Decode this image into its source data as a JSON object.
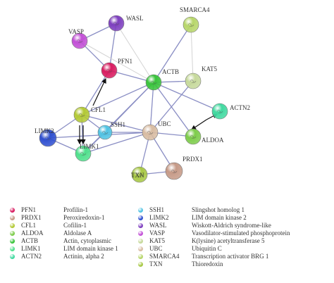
{
  "nodes": [
    {
      "id": "PFN1",
      "label": "PFN1",
      "color": "#d81b60"
    },
    {
      "id": "WASL",
      "label": "WASL",
      "color": "#7e3fbf"
    },
    {
      "id": "VASP",
      "label": "VASP",
      "color": "#c24fd6"
    },
    {
      "id": "SMARCA4",
      "label": "SMARCA4",
      "color": "#b7d66a"
    },
    {
      "id": "ACTB",
      "label": "ACTB",
      "color": "#39c43b"
    },
    {
      "id": "KAT5",
      "label": "KAT5",
      "color": "#c6d99b"
    },
    {
      "id": "CFL1",
      "label": "CFL1",
      "color": "#b3c935"
    },
    {
      "id": "SSH1",
      "label": "SSH1",
      "color": "#51c3e3"
    },
    {
      "id": "UBC",
      "label": "UBC",
      "color": "#d8bca2"
    },
    {
      "id": "ACTN2",
      "label": "ACTN2",
      "color": "#41d9a0"
    },
    {
      "id": "LIMK2",
      "label": "LIMK2",
      "color": "#2f4fd0"
    },
    {
      "id": "LIMK1",
      "label": "LIMK1",
      "color": "#4fe08c"
    },
    {
      "id": "ALDOA",
      "label": "ALDOA",
      "color": "#7dcc4a"
    },
    {
      "id": "PRDX1",
      "label": "PRDX1",
      "color": "#c69a87"
    },
    {
      "id": "TXN",
      "label": "TXN",
      "color": "#a7c844"
    }
  ],
  "legend": {
    "left": [
      {
        "abbr": "PFN1",
        "full": "Profilin-1",
        "color": "#d81b60"
      },
      {
        "abbr": "PRDX1",
        "full": "Peroxiredoxin-1",
        "color": "#c69a87"
      },
      {
        "abbr": "CFL1",
        "full": "Cofilin-1",
        "color": "#b3c935"
      },
      {
        "abbr": "ALDOA",
        "full": "Aldolase A",
        "color": "#7dcc4a"
      },
      {
        "abbr": "ACTB",
        "full": "Actin, cytoplasmic",
        "color": "#39c43b"
      },
      {
        "abbr": "LIMK1",
        "full": "LIM domain kinase 1",
        "color": "#4fe08c"
      },
      {
        "abbr": "ACTN2",
        "full": "Actinin, alpha 2",
        "color": "#41d9a0"
      }
    ],
    "right": [
      {
        "abbr": "SSH1",
        "full": "Slingshot homolog 1",
        "color": "#51c3e3"
      },
      {
        "abbr": "LIMK2",
        "full": "LIM domain kinase 2",
        "color": "#2f4fd0"
      },
      {
        "abbr": "WASL",
        "full": "Wiskott-Aldrich syndrome-like",
        "color": "#7e3fbf"
      },
      {
        "abbr": "VASP",
        "full": "Vasodilator-stimulated phosphoprotein",
        "color": "#c24fd6"
      },
      {
        "abbr": "KAT5",
        "full": "K(lysine) acetyltransferase 5",
        "color": "#c6d99b"
      },
      {
        "abbr": "UBC",
        "full": "Ubiquitin C",
        "color": "#d8bca2"
      },
      {
        "abbr": "SMARCA4",
        "full": "Transcription activator BRG 1",
        "color": "#b7d66a"
      },
      {
        "abbr": "TXN",
        "full": "Thioredoxin",
        "color": "#a7c844"
      }
    ]
  }
}
